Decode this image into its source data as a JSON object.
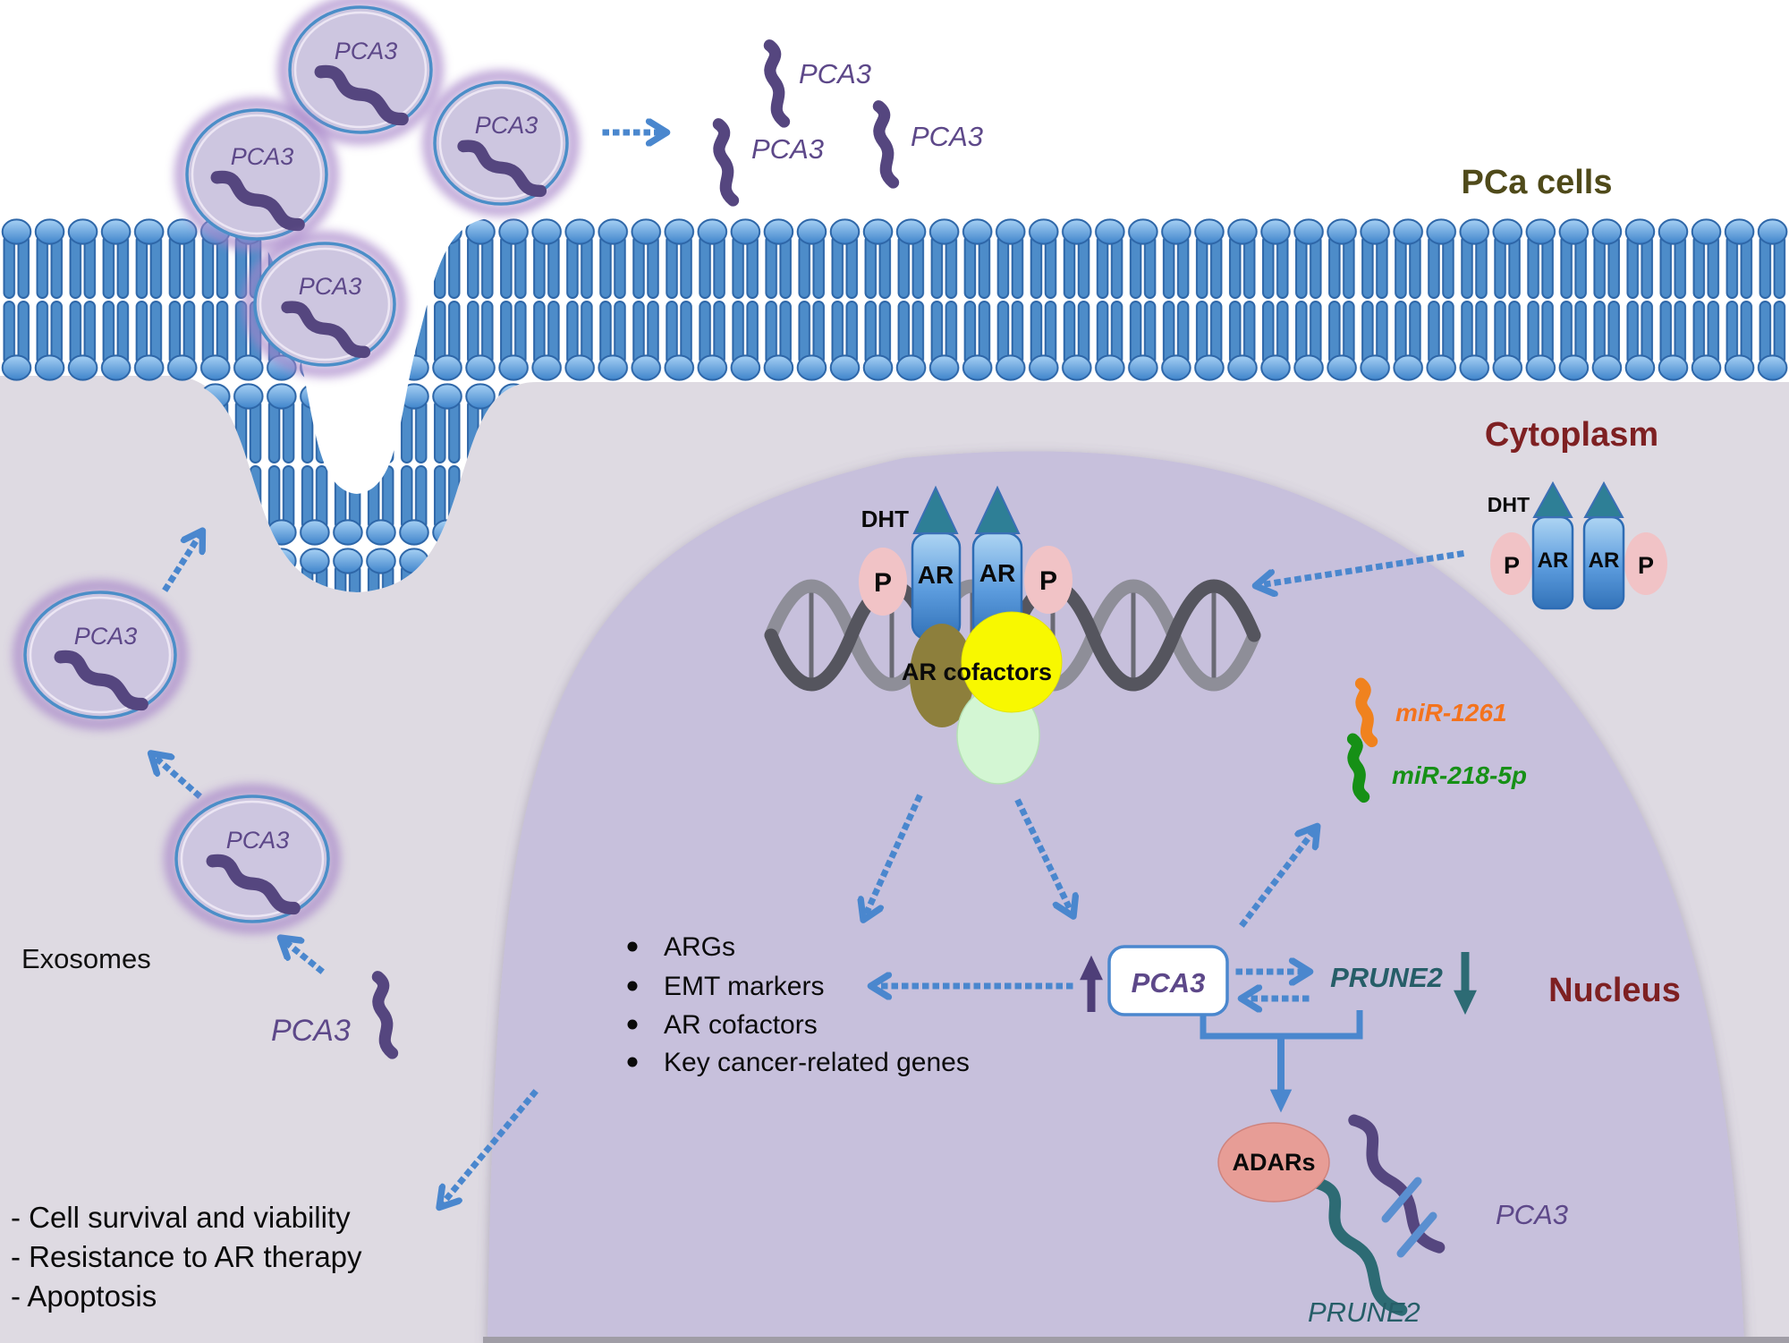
{
  "labels": {
    "pca_cells": "PCa cells",
    "cytoplasm": "Cytoplasm",
    "nucleus": "Nucleus",
    "exosomes": "Exosomes",
    "dht": "DHT",
    "ar": "AR",
    "p": "P",
    "ar_cofactors": "AR cofactors",
    "adars": "ADARs",
    "pca3": "PCA3",
    "prune2": "PRUNE2",
    "mir_1261": "miR-1261",
    "mir_218_5p": "miR-218-5p"
  },
  "gene_list": {
    "items": [
      "ARGs",
      "EMT markers",
      "AR cofactors",
      "Key cancer-related genes"
    ]
  },
  "outcomes": {
    "items": [
      "-  Cell survival and viability",
      "-  Resistance to AR therapy",
      "-  Apoptosis"
    ]
  },
  "regulation": {
    "pca3_direction": "up",
    "prune2_direction": "down"
  },
  "colors": {
    "membrane_blue": "#4d8cc9",
    "arrow_blue": "#4a87ce",
    "exosome_fill": "#cdc6e0",
    "exosome_glow": "#a684c8",
    "pca3_purple": "#5d4889",
    "prune2_teal": "#265e68",
    "mir1261_orange": "#f4731d",
    "mir218_green": "#169016",
    "region_label_maroon": "#7e2022",
    "pca_cells_olive": "#4f4a1a",
    "cytoplasm_bg": "#dedae2",
    "nucleus_bg": "#c7c0dc",
    "adars_salmon": "#e79d96",
    "phosphate_pink": "#f1c3c6",
    "dht_teal": "#2e7f96",
    "cofactor_olive": "#8d7f3c",
    "cofactor_yellow": "#f8f800",
    "cofactor_green": "#d3f6d3"
  }
}
